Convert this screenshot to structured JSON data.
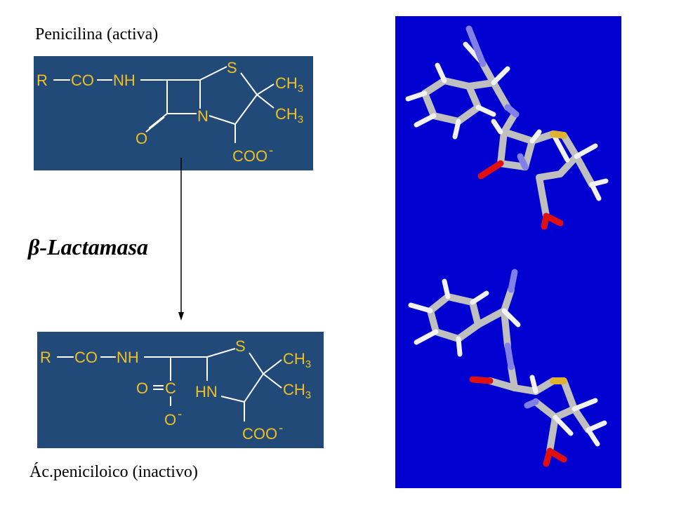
{
  "top": {
    "caption": "Penicilina (activa)",
    "formula": {
      "r": "R",
      "co": "CO",
      "nh": "NH",
      "s": "S",
      "n": "N",
      "o": "O",
      "ch3_a": "CH",
      "ch3_b": "CH",
      "sub3": "3",
      "coo": "COO",
      "minus": "-"
    }
  },
  "enzyme_label": "β-Lactamasa",
  "bottom": {
    "caption": "Ác.peniciloico (inactivo)",
    "formula": {
      "r": "R",
      "co": "CO",
      "nh": "NH",
      "s": "S",
      "hn": "HN",
      "o": "O",
      "c": "C",
      "o_minus": "O",
      "minus": "-",
      "ch3_a": "CH",
      "ch3_b": "CH",
      "sub3": "3",
      "coo": "COO"
    }
  },
  "colors": {
    "panel_bg": "#224a78",
    "formula_text": "#f0c020",
    "bond": "#ffffff",
    "model_bg": "#0000d0",
    "carbon": "#bfbfbf",
    "hydrogen": "#f2f2f2",
    "nitrogen": "#8080e8",
    "oxygen": "#e01010",
    "sulfur": "#e0b030"
  }
}
